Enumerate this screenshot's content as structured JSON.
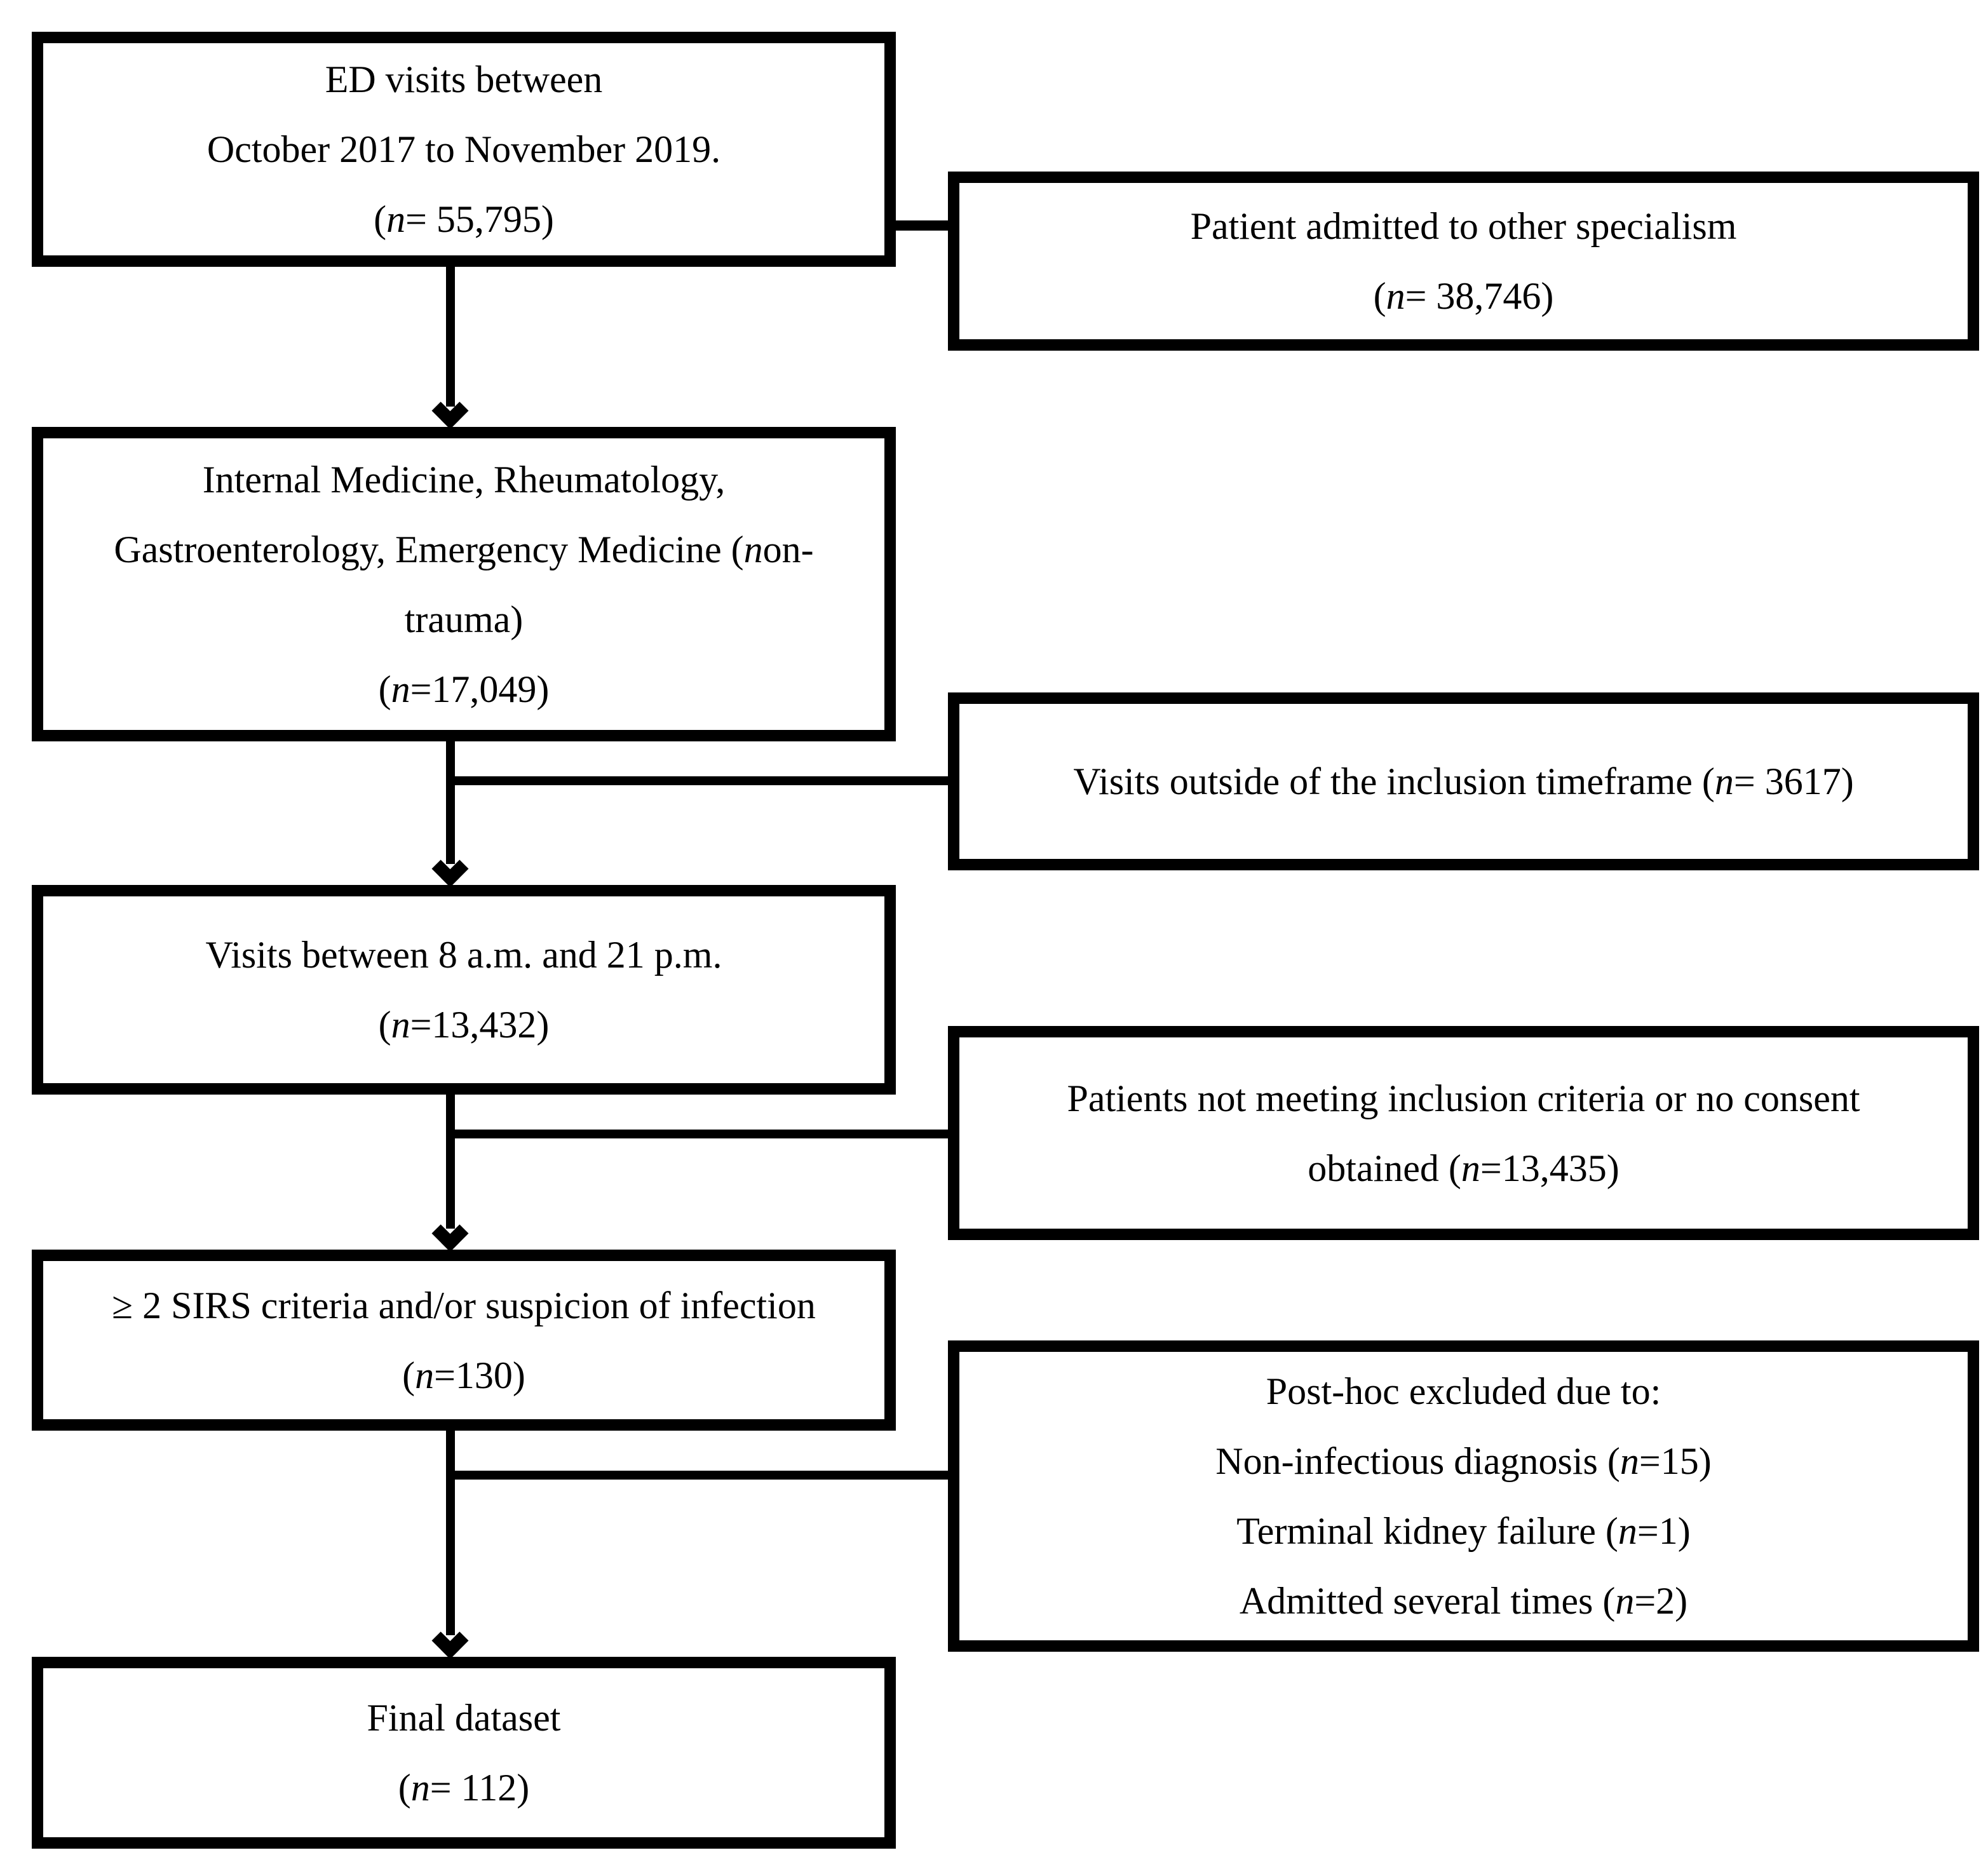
{
  "diagram": {
    "type": "flowchart",
    "background_color": "#ffffff",
    "line_color": "#000000",
    "text_color": "#000000",
    "left_boxes": [
      {
        "name": "ed-visits",
        "lines": [
          "ED visits between",
          "October 2017 to November 2019.",
          "(n= 55,795)"
        ]
      },
      {
        "name": "included-specialties",
        "lines": [
          "Internal Medicine, Rheumatology,",
          "Gastroenterology, Emergency Medicine (non-",
          "trauma)",
          "(n=17,049)"
        ]
      },
      {
        "name": "visit-hours",
        "lines": [
          "Visits between 8 a.m. and 21 p.m.",
          "(n=13,432)"
        ]
      },
      {
        "name": "sirs-criteria",
        "lines": [
          "≥ 2 SIRS criteria and/or suspicion of infection",
          "(n=130)"
        ]
      },
      {
        "name": "final-dataset",
        "lines": [
          "Final dataset",
          "(n= 112)"
        ]
      }
    ],
    "right_boxes": [
      {
        "name": "excluded-other-specialism",
        "lines": [
          "Patient admitted to other specialism",
          "(n= 38,746)"
        ]
      },
      {
        "name": "excluded-outside-timeframe",
        "lines": [
          "Visits outside of the inclusion timeframe (n= 3617)"
        ]
      },
      {
        "name": "excluded-criteria-consent",
        "lines": [
          "Patients not meeting inclusion criteria or no consent",
          "obtained (n=13,435)"
        ]
      },
      {
        "name": "excluded-posthoc",
        "lines": [
          "Post-hoc excluded due to:",
          "Non-infectious diagnosis (n=15)",
          "Terminal kidney failure (n=1)",
          "Admitted several times (n=2)"
        ]
      }
    ]
  }
}
